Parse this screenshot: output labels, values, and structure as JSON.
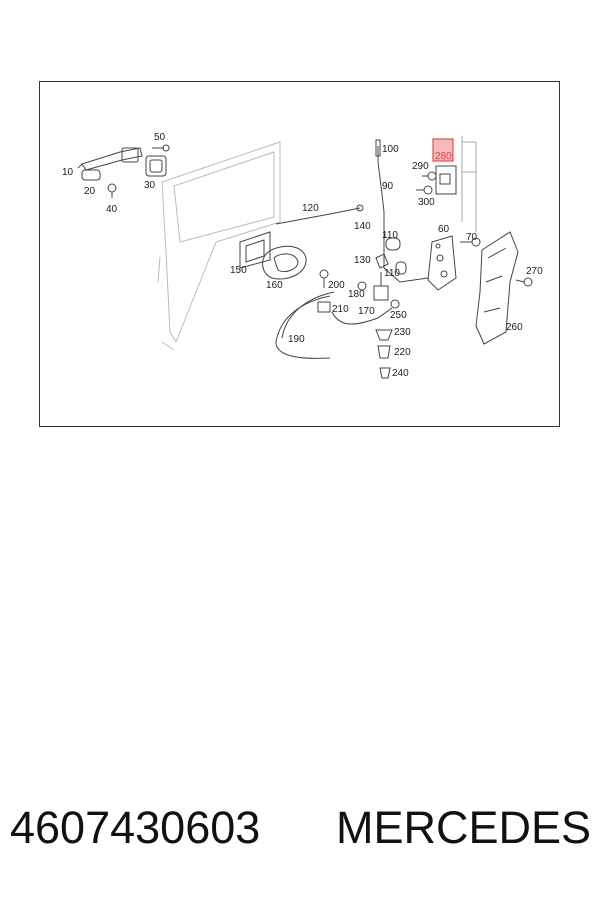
{
  "diagram": {
    "labels": {
      "l10": "10",
      "l20": "20",
      "l30": "30",
      "l40": "40",
      "l50": "50",
      "l60": "60",
      "l70": "70",
      "l90": "90",
      "l100": "100",
      "l110a": "110",
      "l110b": "110",
      "l120": "120",
      "l130": "130",
      "l140": "140",
      "l150": "150",
      "l160": "160",
      "l170": "170",
      "l180": "180",
      "l190": "190",
      "l200": "200",
      "l210": "210",
      "l220": "220",
      "l230": "230",
      "l240": "240",
      "l250": "250",
      "l260": "260",
      "l270": "270",
      "l280": "280",
      "l290": "290",
      "l300": "300"
    },
    "highlight_color": "#e03030",
    "line_color": "#333333"
  },
  "footer": {
    "part_number": "4607430603",
    "brand": "MERCEDES"
  }
}
